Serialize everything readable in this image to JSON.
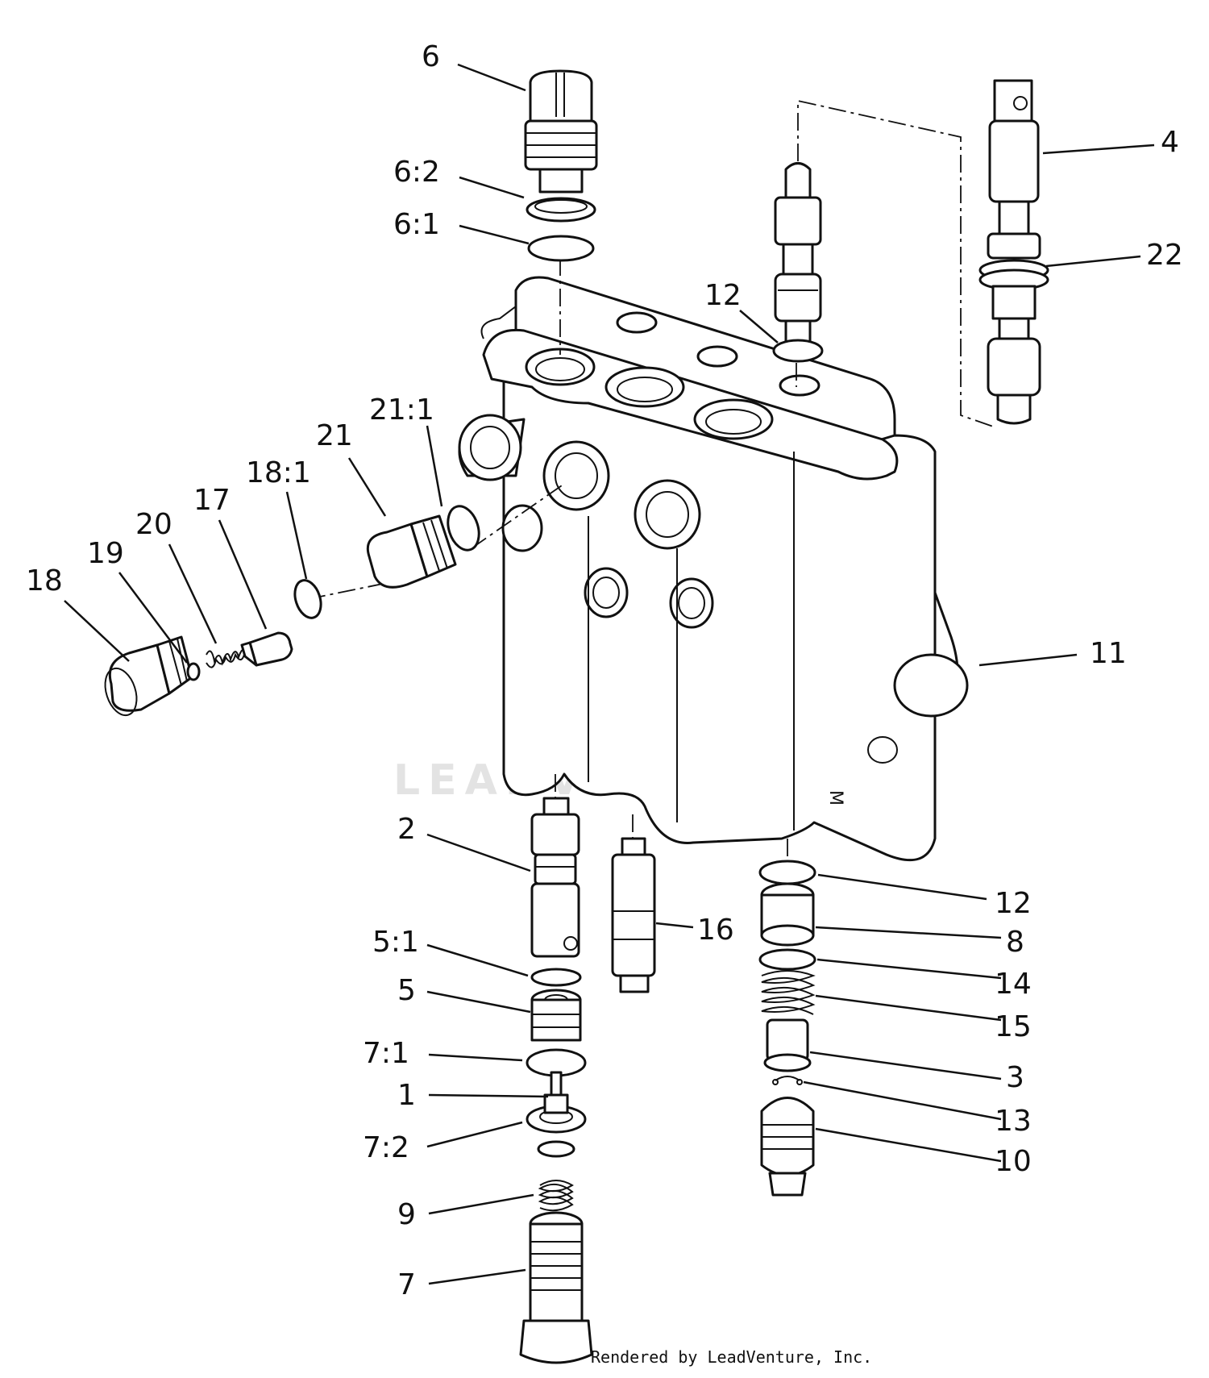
{
  "labels": {
    "p6": "6",
    "p6_2": "6:2",
    "p6_1": "6:1",
    "p4": "4",
    "p22": "22",
    "p12_top": "12",
    "p21_1": "21:1",
    "p21": "21",
    "p18_1": "18:1",
    "p17": "17",
    "p20": "20",
    "p19": "19",
    "p18": "18",
    "p11": "11",
    "p2": "2",
    "p16": "16",
    "p5_1": "5:1",
    "p5": "5",
    "p7_1": "7:1",
    "p1": "1",
    "p7_2": "7:2",
    "p9": "9",
    "p7": "7",
    "p12_bottom": "12",
    "p8": "8",
    "p14": "14",
    "p15": "15",
    "p3": "3",
    "p13": "13",
    "p10": "10"
  },
  "watermark": "LEADVENTURE",
  "credit": "Rendered by LeadVenture, Inc."
}
